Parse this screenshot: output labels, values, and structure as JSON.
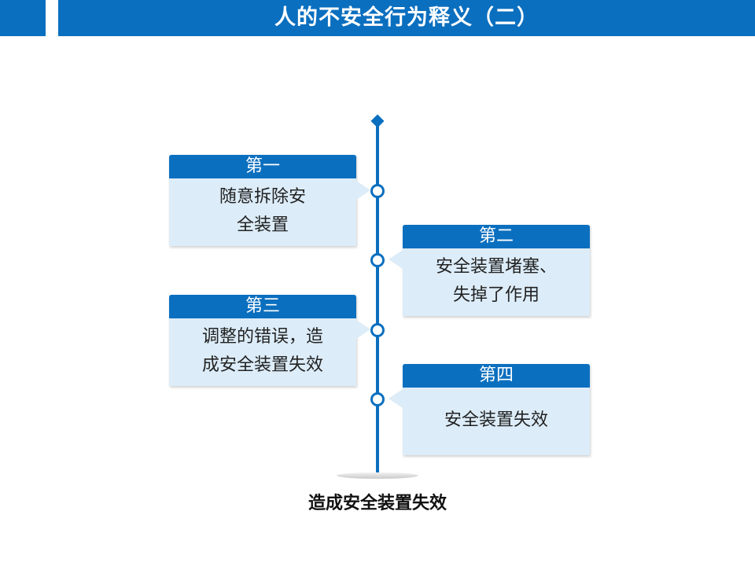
{
  "header": {
    "title": "人的不安全行为释义（二）"
  },
  "colors": {
    "accent": "#0b6fbf",
    "card_bg": "#dcecf8"
  },
  "items": [
    {
      "label": "第一",
      "lines": [
        "随意拆除安",
        "全装置"
      ]
    },
    {
      "label": "第二",
      "lines": [
        "安全装置堵塞、",
        "失掉了作用"
      ]
    },
    {
      "label": "第三",
      "lines": [
        "调整的错误，造",
        "成安全装置失效"
      ]
    },
    {
      "label": "第四",
      "lines": [
        "安全装置失效"
      ]
    }
  ],
  "footer": {
    "text": "造成安全装置失效"
  }
}
